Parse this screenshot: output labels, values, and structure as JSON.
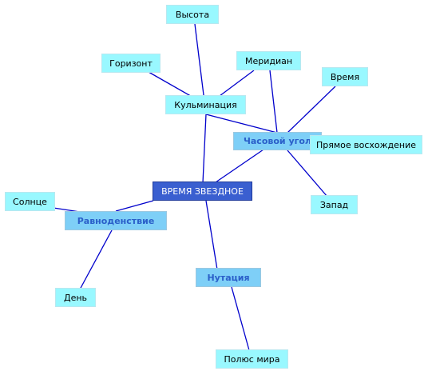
{
  "colors": {
    "edge": "#0000cc",
    "leaf": "#99f8ff",
    "hub": "#7ecff7",
    "hub_text": "#2a5fc9",
    "root": "#3a5fd0"
  },
  "root": {
    "label": "ВРЕМЯ ЗВЕЗДНОЕ"
  },
  "hubs": {
    "hour_angle": "Часовой угол",
    "equinox": "Равноденствие",
    "nutation": "Нутация"
  },
  "leaves": {
    "height": "Высота",
    "horizon": "Горизонт",
    "meridian": "Меридиан",
    "culmination": "Кульминация",
    "time": "Время",
    "right_ascension": "Прямое восхождение",
    "sun": "Солнце",
    "west": "Запад",
    "day": "День",
    "celestial_pole": "Полюс мира"
  }
}
